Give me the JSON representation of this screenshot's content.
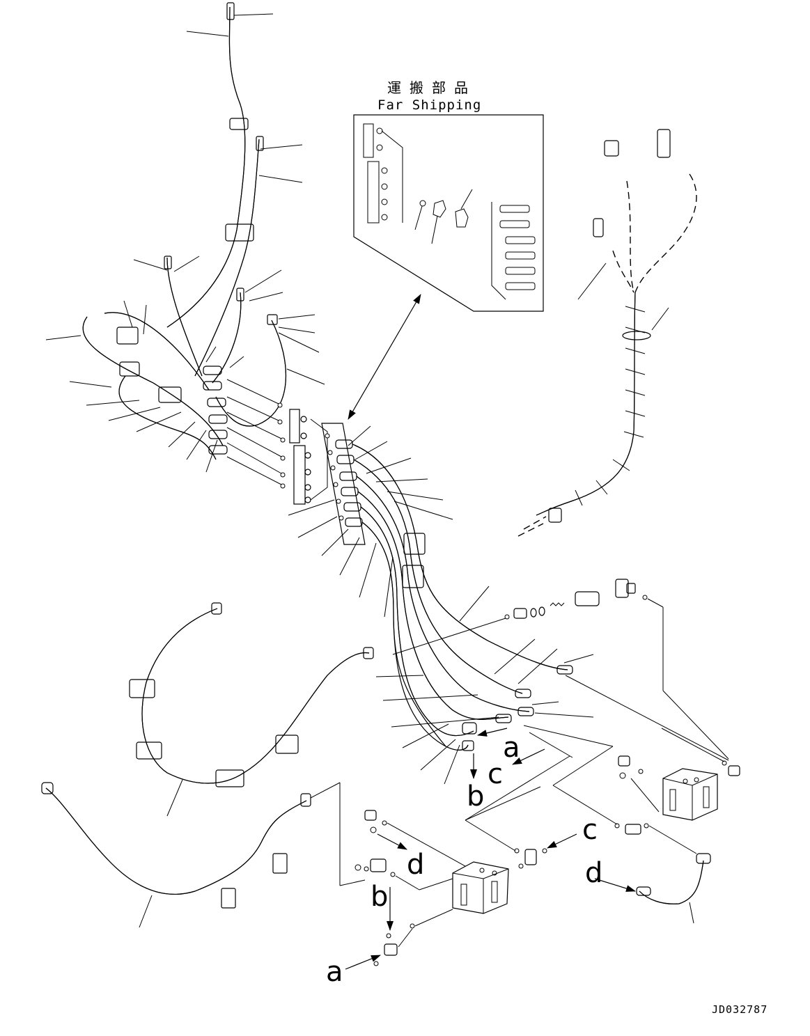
{
  "shipping_box": {
    "title_jp": "運搬部品",
    "title_en": "Far Shipping"
  },
  "view_labels": {
    "a1": "a",
    "c1": "c",
    "b1": "b",
    "c2": "c",
    "d1": "d",
    "d2": "d",
    "b2": "b",
    "a2": "a"
  },
  "document_id": "JD032787",
  "colors": {
    "line": "#000000",
    "background": "#ffffff"
  },
  "icons": [
    "spiral-hose",
    "arrow-icon",
    "double-arrow-icon",
    "hose-clamp",
    "o-ring",
    "fitting",
    "valve-block"
  ]
}
